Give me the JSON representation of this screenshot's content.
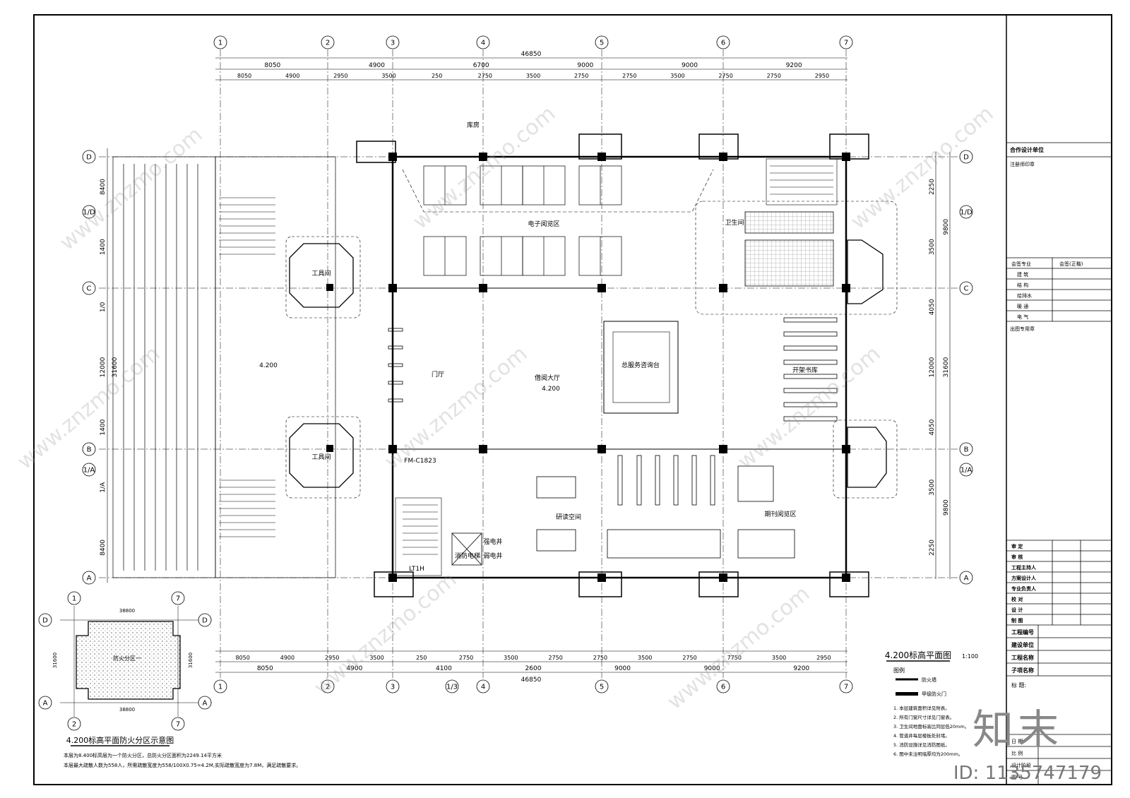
{
  "colors": {
    "ink": "#000000",
    "hatch": "#555555",
    "watermark": "#999999"
  },
  "drawing": {
    "overall_dim": "46850",
    "top_dims_row1": [
      "8050",
      "4900",
      "6700",
      "9000",
      "9000",
      "9200"
    ],
    "top_dims_row2": [
      "8050",
      "4900",
      "2950",
      "3500",
      "250",
      "2750",
      "3500",
      "2750",
      "2750",
      "3500",
      "2750",
      "2750",
      "2950"
    ],
    "bottom_dims_row1": [
      "8050",
      "4900",
      "2950",
      "3500",
      "250",
      "2750",
      "3500",
      "2750",
      "2750",
      "3500",
      "2750",
      "7750",
      "3500",
      "2950"
    ],
    "bottom_dims_row2": [
      "8050",
      "4900",
      "4100",
      "2600",
      "9000",
      "9000",
      "9200"
    ],
    "left_dims": [
      "8400",
      "1400",
      "1/0",
      "12000",
      "1400",
      "1/A",
      "8400"
    ],
    "right_dims": [
      "2250",
      "3500",
      "4050",
      "12000",
      "4050",
      "3500",
      "2250"
    ],
    "right_totals": [
      "9800",
      "31600",
      "9800"
    ],
    "left_total": "31600",
    "grid_cols": [
      "1",
      "2",
      "3",
      "4",
      "5",
      "6",
      "7"
    ],
    "grid_cols_extra": [
      "1/3"
    ],
    "grid_rows": [
      "D",
      "1/D",
      "C",
      "B",
      "1/A",
      "A"
    ],
    "rooms": {
      "e_reading": "电子阅览区",
      "lobby": "借阅大厅",
      "entrance": "门厅",
      "service_desk": "总服务咨询台",
      "open_stack": "开架书库",
      "periodical": "期刊阅览区",
      "study": "研读空间",
      "tool_room": "工具间",
      "toilet": "卫生间",
      "stair": "LT1H",
      "elevator": "消防电梯",
      "elec_room": "强电井",
      "weak_room": "弱电井",
      "room_top": "库房",
      "level_mark": "4.200",
      "fire_door": "FM-C1823"
    }
  },
  "plan_title": "4.200标高平面图",
  "plan_scale": "1:100",
  "fire_diagram": {
    "title": "4.200标高平面防火分区示意图",
    "zone_label": "防火分区一",
    "dim_h": "38800",
    "dim_v": "31600",
    "cols": [
      "1",
      "7",
      "2",
      "7"
    ],
    "rows": [
      "D",
      "A"
    ],
    "note_line1": "本层为8.400标高层为一个防火分区，总防火分区面积为2249.14平方米",
    "note_line2": "本层最大疏散人数为558人，所需疏散宽度为558/100X0.75=4.2M,实际疏散宽度为7.8M，满足疏散要求。"
  },
  "legend": {
    "title": "图例",
    "items": [
      "防火墙",
      "甲级防火门"
    ],
    "notes": [
      "1. 本层建筑面积详见附表。",
      "2. 所有门窗尺寸详见门窗表。",
      "3. 卫生间地面标高比同层低20mm。",
      "4. 管道井每层楼板处封堵。",
      "5. 消防设施详见消防图纸。",
      "6. 图中未注明墙厚均为200mm。"
    ]
  },
  "title_block": {
    "top_label": "合作设计单位",
    "stamp_label": "注册师印章",
    "sign_header": [
      "会签专业",
      "会签(正楷)"
    ],
    "sign_rows": [
      "建 筑",
      "结 构",
      "给排水",
      "暖 通",
      "电 气"
    ],
    "output_stamp": "出图专用章",
    "roles": [
      "审 定",
      "审 核",
      "工程主持人",
      "方案设计人",
      "专业负责人",
      "校 对",
      "设 计",
      "制 图"
    ],
    "project_rows": [
      "工程编号",
      "建设单位",
      "工程名称",
      "子项名称"
    ],
    "title_label": "标 题:",
    "bottom_rows": [
      "日 期",
      "比 例",
      "设计阶段",
      "图 号"
    ]
  },
  "watermark": {
    "site": "www.znzmo.com",
    "brand": "知末",
    "id": "ID: 1135747179"
  }
}
